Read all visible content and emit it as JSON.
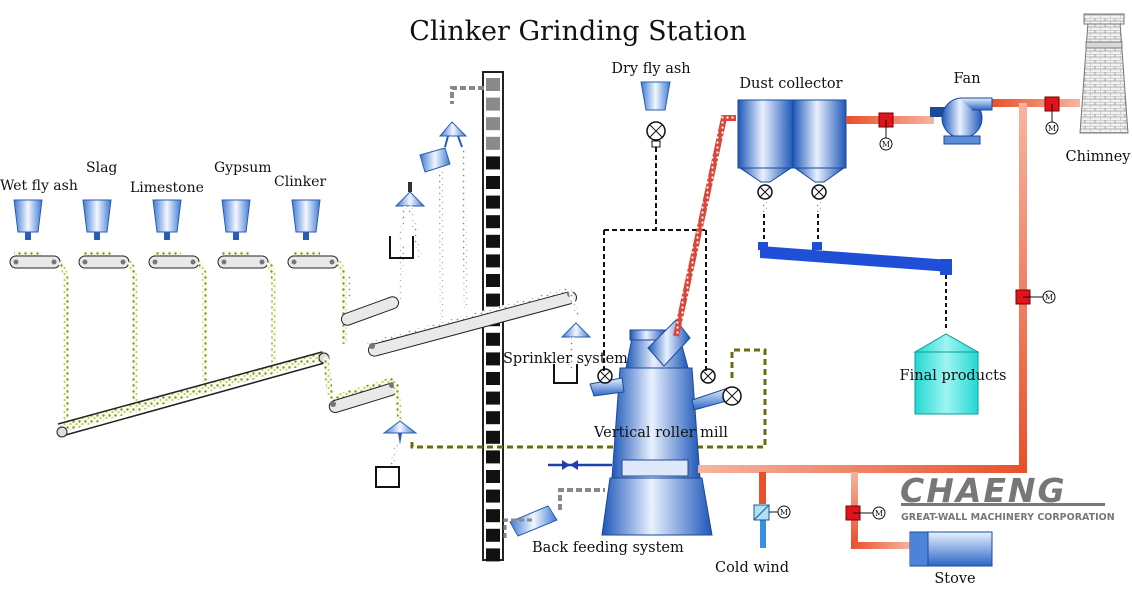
{
  "title": "Clinker Grinding Station",
  "labels": {
    "wet_fly_ash": "Wet fly ash",
    "slag": "Slag",
    "limestone": "Limestone",
    "gypsum": "Gypsum",
    "clinker": "Clinker",
    "dry_fly_ash": "Dry fly ash",
    "dust_collector": "Dust collector",
    "fan": "Fan",
    "chimney": "Chimney",
    "sprinkler_system": "Sprinkler system",
    "vertical_roller_mill": "Vertical roller mill",
    "final_products": "Final products",
    "back_feeding_system": "Back feeding system",
    "cold_wind": "Cold wind",
    "stove": "Stove"
  },
  "motor_symbol": "M",
  "logo": {
    "name": "CHAENG",
    "subtitle": "GREAT-WALL MACHINERY CORPORATION"
  },
  "colors": {
    "steel_blue": "#2f6fc9",
    "hot_air": "#e8502a",
    "final_product": "#18e0d8",
    "material_flow": "#8a9a3a",
    "collector_bar": "#1f4fd6",
    "logo_grey": "#7a7a7a"
  }
}
